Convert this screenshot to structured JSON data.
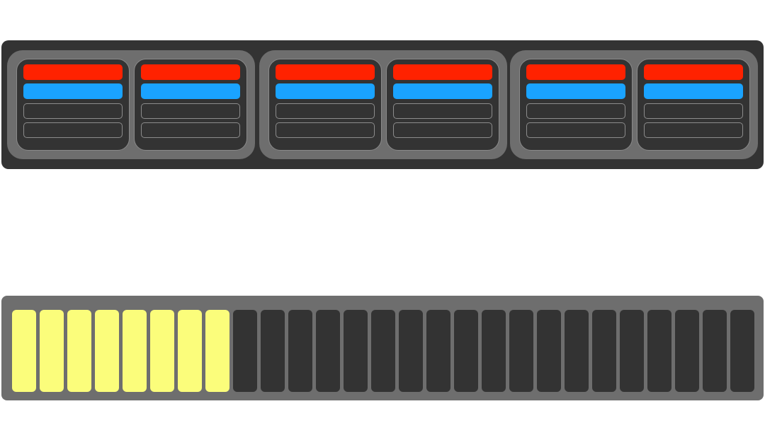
{
  "matrix": {
    "groups": [
      {
        "channels": [
          {
            "buttons": [
              "on",
              "on",
              "off",
              "off"
            ]
          },
          {
            "buttons": [
              "on",
              "on",
              "off",
              "off"
            ]
          }
        ]
      },
      {
        "channels": [
          {
            "buttons": [
              "on",
              "on",
              "off",
              "off"
            ]
          },
          {
            "buttons": [
              "on",
              "on",
              "off",
              "off"
            ]
          }
        ]
      },
      {
        "channels": [
          {
            "buttons": [
              "on",
              "on",
              "off",
              "off"
            ]
          },
          {
            "buttons": [
              "on",
              "on",
              "off",
              "off"
            ]
          }
        ]
      }
    ],
    "row_colors": [
      "#ff2200",
      "#1aa3ff",
      "#333333",
      "#333333"
    ]
  },
  "meter": {
    "segment_count": 27,
    "lit_segments": 8,
    "lit_color": "#fbfd7b",
    "unlit_color": "#333333"
  },
  "colors": {
    "panel_dark": "#333333",
    "panel_gray": "#6e6e6e",
    "button_red": "#ff2200",
    "button_blue": "#1aa3ff",
    "led_yellow": "#fbfd7b"
  }
}
